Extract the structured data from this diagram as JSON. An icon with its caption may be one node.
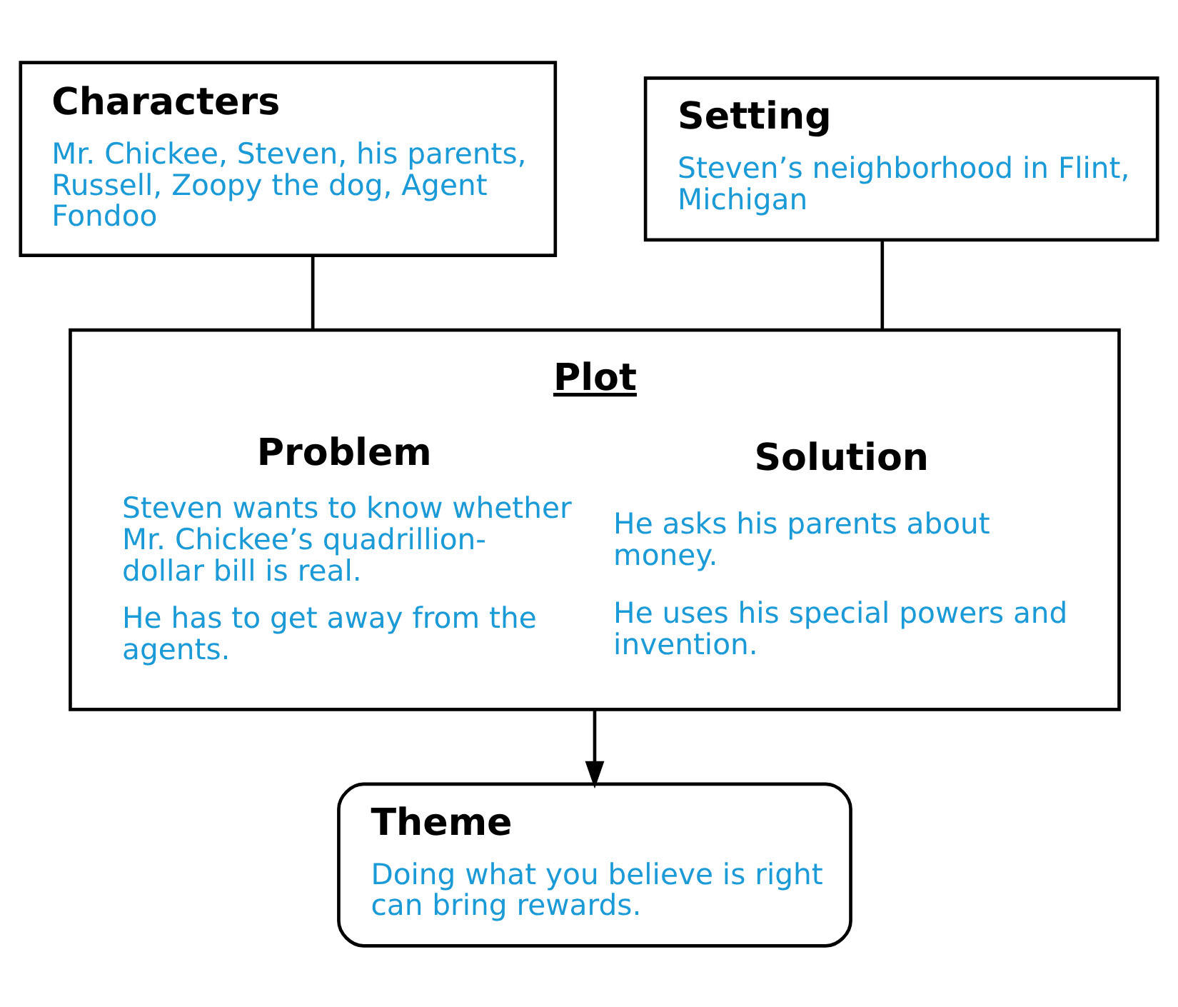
{
  "diagram": {
    "nodes": [
      {
        "text": [
          "Characters",
          "Mr. Chickee, Steven, his parents, Russell, Zoopy the dog, Agent Fondoo"
        ]
      },
      {
        "text": [
          "Setting",
          "Steven’s neighborhood in Flint, Michigan"
        ]
      },
      {
        "text": [
          "Plot",
          "Problem",
          "Steven wants to know whether Mr. Chickee’s quadrillion-dollar bill is real.",
          "He has to get away from the agents.",
          "Solution",
          "He asks his parents about money.",
          "He uses his special powers and invention."
        ]
      },
      {
        "text": [
          "Theme",
          "Doing what you believe is right can bring rewards."
        ]
      }
    ],
    "edges": [
      {
        "from": 0,
        "to": 2,
        "arrow": "none"
      },
      {
        "from": 1,
        "to": 2,
        "arrow": "none"
      },
      {
        "from": 2,
        "to": 3,
        "arrow": "to"
      }
    ]
  }
}
